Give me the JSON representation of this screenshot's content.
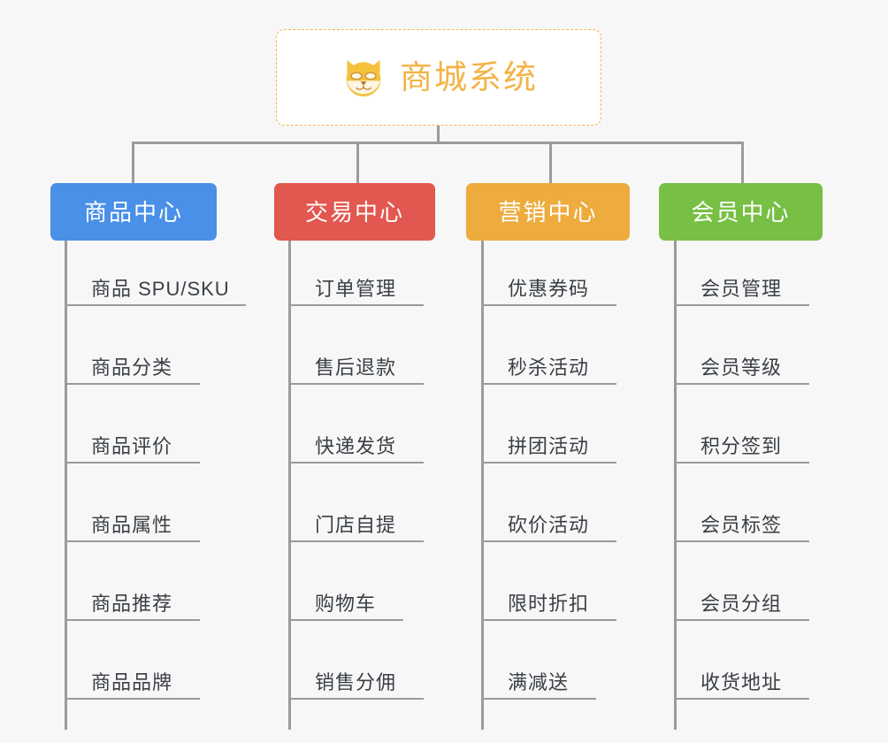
{
  "page": {
    "background_color": "#f7f7f7",
    "line_color": "#9b9b9b",
    "leaf_text_color": "#3a3f45"
  },
  "root": {
    "title": "商城系统",
    "icon": "shiba-dog-face-icon",
    "text_color": "#f3b345",
    "border_color": "#f2b94a",
    "background_color": "#ffffff"
  },
  "columns": [
    {
      "label": "商品中心",
      "color": "#4a90e8",
      "items": [
        "商品 SPU/SKU",
        "商品分类",
        "商品评价",
        "商品属性",
        "商品推荐",
        "商品品牌"
      ]
    },
    {
      "label": "交易中心",
      "color": "#e2574f",
      "items": [
        "订单管理",
        "售后退款",
        "快递发货",
        "门店自提",
        "购物车",
        "销售分佣"
      ]
    },
    {
      "label": "营销中心",
      "color": "#eeab3e",
      "items": [
        "优惠券码",
        "秒杀活动",
        "拼团活动",
        "砍价活动",
        "限时折扣",
        "满减送"
      ]
    },
    {
      "label": "会员中心",
      "color": "#78bf45",
      "items": [
        "会员管理",
        "会员等级",
        "积分签到",
        "会员标签",
        "会员分组",
        "收货地址"
      ]
    }
  ]
}
